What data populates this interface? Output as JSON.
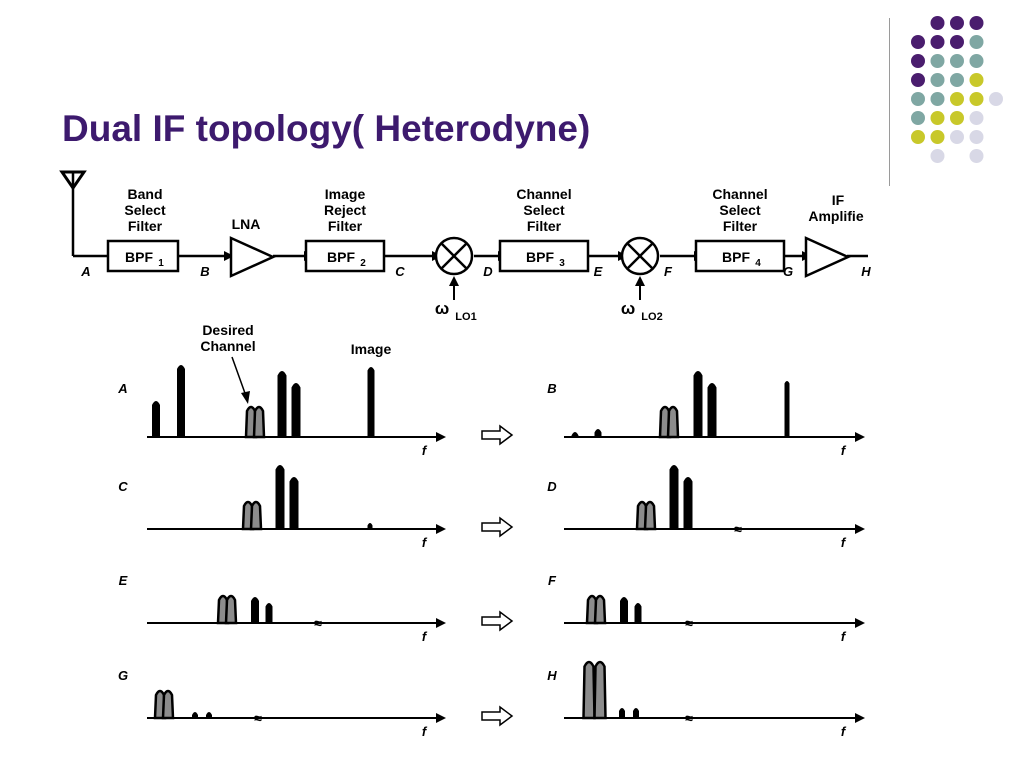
{
  "slide": {
    "title": "Dual IF topology( Heterodyne)",
    "colors": {
      "title": "#3d1a6e",
      "dark_purple": "#4a1d6e",
      "teal": "#7fa7a3",
      "yellow_green": "#c8c82a",
      "light_lavender": "#d8d8e6"
    }
  },
  "block_diagram": {
    "antenna_icon": "antenna-icon",
    "blocks": [
      {
        "caption": [
          "Band",
          "Select",
          "Filter"
        ],
        "label": "BPF",
        "sub": "1"
      },
      {
        "caption": [
          "LNA"
        ],
        "label": "",
        "sub": ""
      },
      {
        "caption": [
          "Image",
          "Reject",
          "Filter"
        ],
        "label": "BPF",
        "sub": "2"
      },
      {
        "caption": [
          "Channel",
          "Select",
          "Filter"
        ],
        "label": "BPF",
        "sub": "3"
      },
      {
        "caption": [
          "Channel",
          "Select",
          "Filter"
        ],
        "label": "BPF",
        "sub": "4"
      },
      {
        "caption": [
          "IF",
          "Amplifie"
        ],
        "label": "",
        "sub": ""
      }
    ],
    "nodes": [
      "A",
      "B",
      "C",
      "D",
      "E",
      "F",
      "G",
      "H"
    ],
    "lo1": {
      "omega": "ω",
      "sub": "LO1"
    },
    "lo2": {
      "omega": "ω",
      "sub": "LO2"
    }
  },
  "spectra": {
    "annotation_desired": [
      "Desired",
      "Channel"
    ],
    "annotation_image": "Image",
    "axis_label": "f",
    "break_symbol": "≈",
    "panels": [
      {
        "id": "A",
        "row": 0,
        "col": 0
      },
      {
        "id": "B",
        "row": 0,
        "col": 1
      },
      {
        "id": "C",
        "row": 1,
        "col": 0
      },
      {
        "id": "D",
        "row": 1,
        "col": 1
      },
      {
        "id": "E",
        "row": 2,
        "col": 0
      },
      {
        "id": "F",
        "row": 2,
        "col": 1
      },
      {
        "id": "G",
        "row": 3,
        "col": 0
      },
      {
        "id": "H",
        "row": 3,
        "col": 1
      }
    ]
  }
}
